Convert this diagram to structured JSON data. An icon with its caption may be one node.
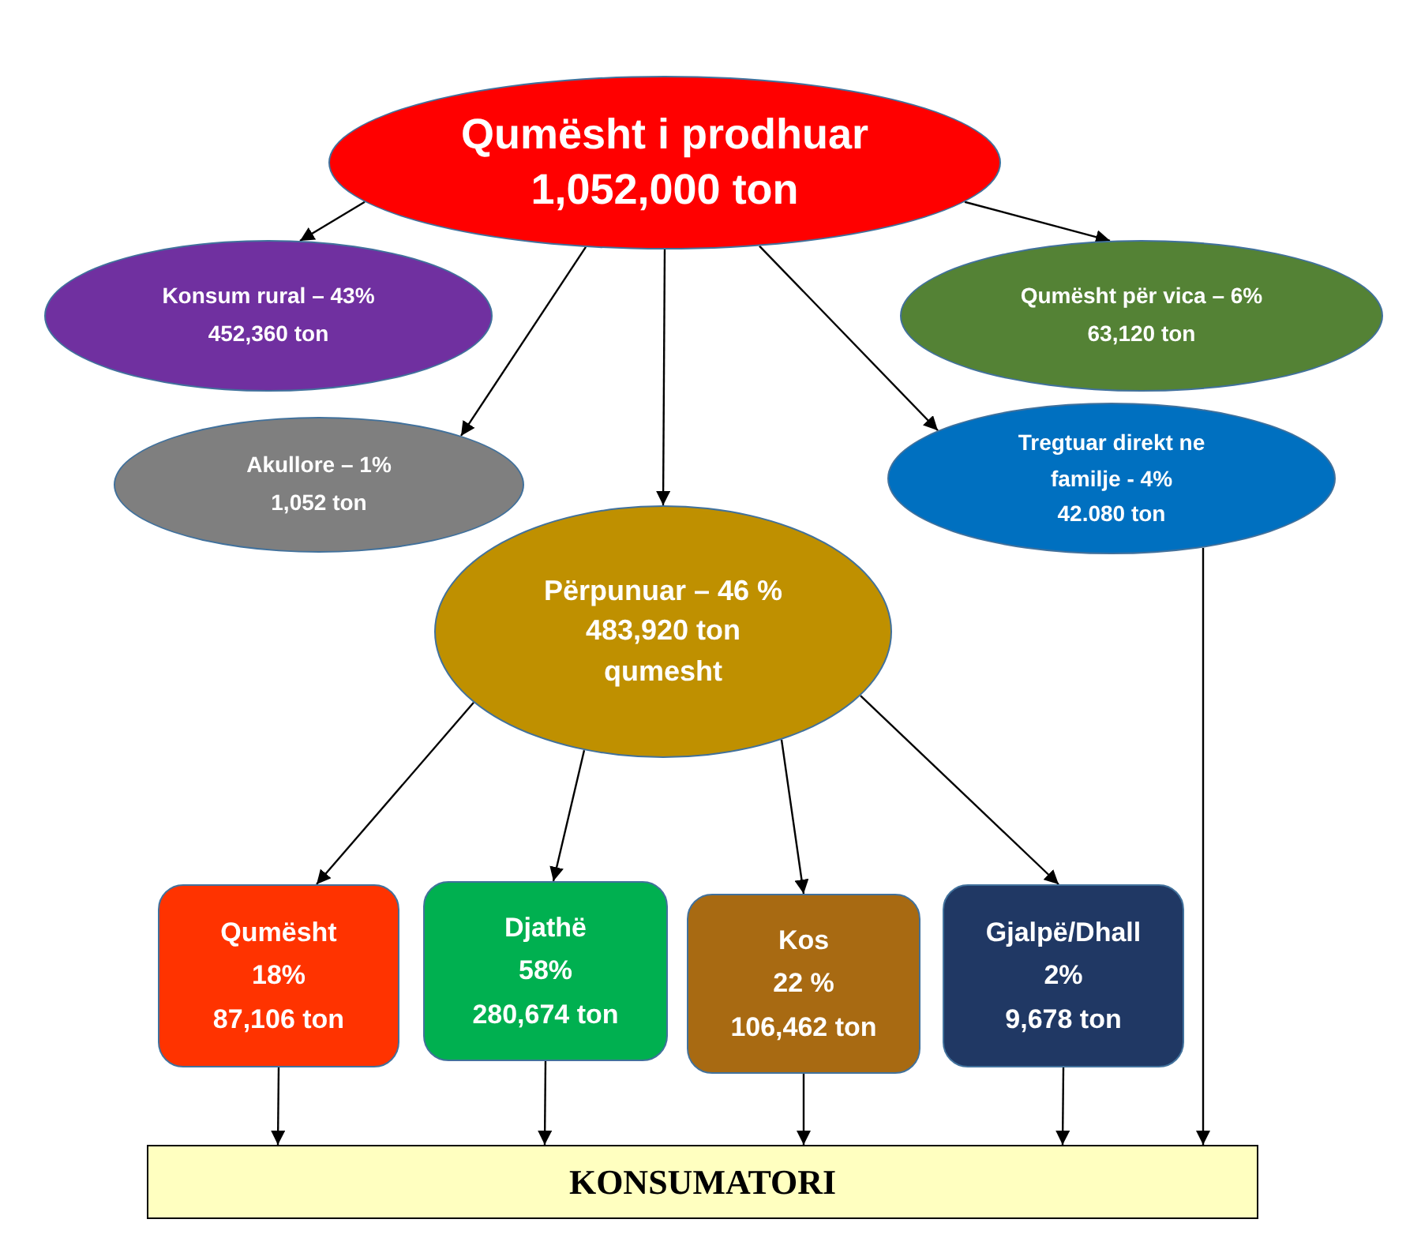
{
  "diagram": {
    "nodes": [
      {
        "text": [
          "Qumësht i prodhuar",
          "1,052,000 ton"
        ]
      },
      {
        "text": [
          "Konsum rural – 43%",
          "452,360 ton"
        ]
      },
      {
        "text": [
          "Qumësht për vica – 6%",
          "63,120 ton"
        ]
      },
      {
        "text": [
          "Akullore – 1%",
          "1,052 ton"
        ]
      },
      {
        "text": [
          "Tregtuar direkt ne familje - 4%",
          "42.080 ton"
        ]
      },
      {
        "text": [
          "Përpunuar – 46 %",
          "483,920 ton qumesht"
        ]
      },
      {
        "text": [
          "Qumësht",
          "18%",
          "87,106 ton"
        ]
      },
      {
        "text": [
          "Djathë",
          "58%",
          "280,674 ton"
        ]
      },
      {
        "text": [
          "Kos",
          "22 %",
          "106,462 ton"
        ]
      },
      {
        "text": [
          "Gjalpë/Dhall",
          "2%",
          "9,678 ton"
        ]
      },
      {
        "text": [
          "KONSUMATORI"
        ]
      }
    ],
    "edges": [
      {
        "from": 0,
        "to": 1,
        "arrow": "to"
      },
      {
        "from": 0,
        "to": 2,
        "arrow": "to"
      },
      {
        "from": 0,
        "to": 3,
        "arrow": "to"
      },
      {
        "from": 0,
        "to": 5,
        "arrow": "to"
      },
      {
        "from": 0,
        "to": 4,
        "arrow": "to"
      },
      {
        "from": 5,
        "to": 6,
        "arrow": "to"
      },
      {
        "from": 5,
        "to": 7,
        "arrow": "to"
      },
      {
        "from": 5,
        "to": 8,
        "arrow": "to"
      },
      {
        "from": 5,
        "to": 9,
        "arrow": "to"
      },
      {
        "from": 6,
        "to": 10,
        "arrow": "to"
      },
      {
        "from": 7,
        "to": 10,
        "arrow": "to"
      },
      {
        "from": 8,
        "to": 10,
        "arrow": "to"
      },
      {
        "from": 9,
        "to": 10,
        "arrow": "to"
      },
      {
        "from": 4,
        "to": 10,
        "arrow": "to"
      }
    ]
  }
}
